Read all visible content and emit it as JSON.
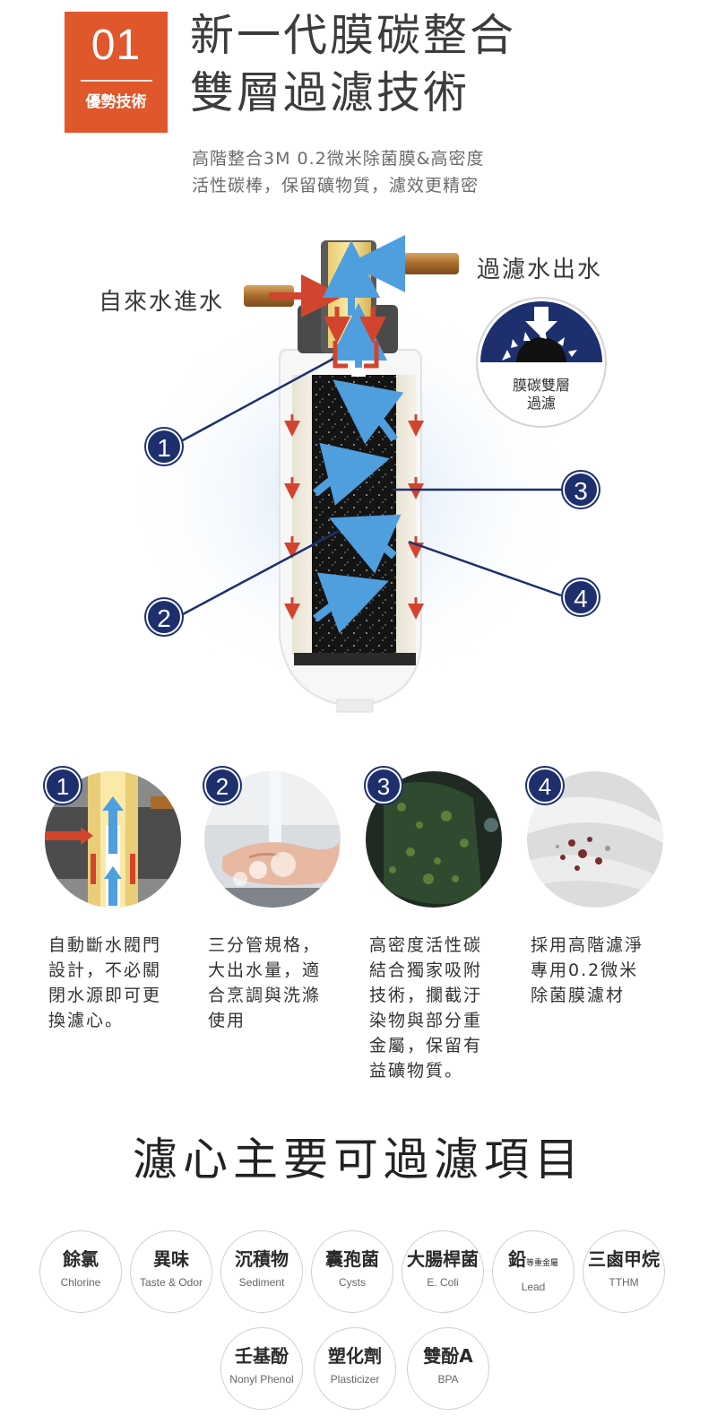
{
  "header": {
    "badge_number": "01",
    "badge_label": "優勢技術",
    "headline_line1": "新一代膜碳整合",
    "headline_line2": "雙層過濾技術",
    "sub_line1": "高階整合3M 0.2微米除菌膜&高密度",
    "sub_line2": "活性碳棒，保留礦物質，濾效更精密",
    "accent_color": "#e0572b"
  },
  "diagram": {
    "inlet_label": "自來水進水",
    "outlet_label": "過濾水出水",
    "membrane_badge_line1": "膜碳雙層",
    "membrane_badge_line2": "過濾",
    "markers": [
      "1",
      "2",
      "3",
      "4"
    ],
    "marker_color": "#1e2f6e"
  },
  "features": [
    {
      "number": "1",
      "text": "自動斷水閥門\n設計，不必關\n閉水源即可更\n換濾心。"
    },
    {
      "number": "2",
      "text": "三分管規格，\n大出水量，適\n合烹調與洗滌\n使用"
    },
    {
      "number": "3",
      "text": "高密度活性碳\n結合獨家吸附\n技術，攔截汙\n染物與部分重\n金屬，保留有\n益礦物質。"
    },
    {
      "number": "4",
      "text": "採用高階濾淨\n專用0.2微米\n除菌膜濾材"
    }
  ],
  "filter_section": {
    "title": "濾心主要可過濾項目",
    "items": [
      {
        "zh": "餘氯",
        "en": "Chlorine"
      },
      {
        "zh": "異味",
        "en": "Taste & Odor"
      },
      {
        "zh": "沉積物",
        "en": "Sediment"
      },
      {
        "zh": "囊孢菌",
        "en": "Cysts"
      },
      {
        "zh": "大腸桿菌",
        "en": "E. Coli"
      },
      {
        "zh": "鉛",
        "zh_small": "等重金屬",
        "en": "Lead"
      },
      {
        "zh": "三鹵甲烷",
        "en": "TTHM"
      },
      {
        "zh": "壬基酚",
        "en": "Nonyl Phenol"
      },
      {
        "zh": "塑化劑",
        "en": "Plasticizer"
      },
      {
        "zh": "雙酚A",
        "en": "BPA"
      }
    ]
  }
}
